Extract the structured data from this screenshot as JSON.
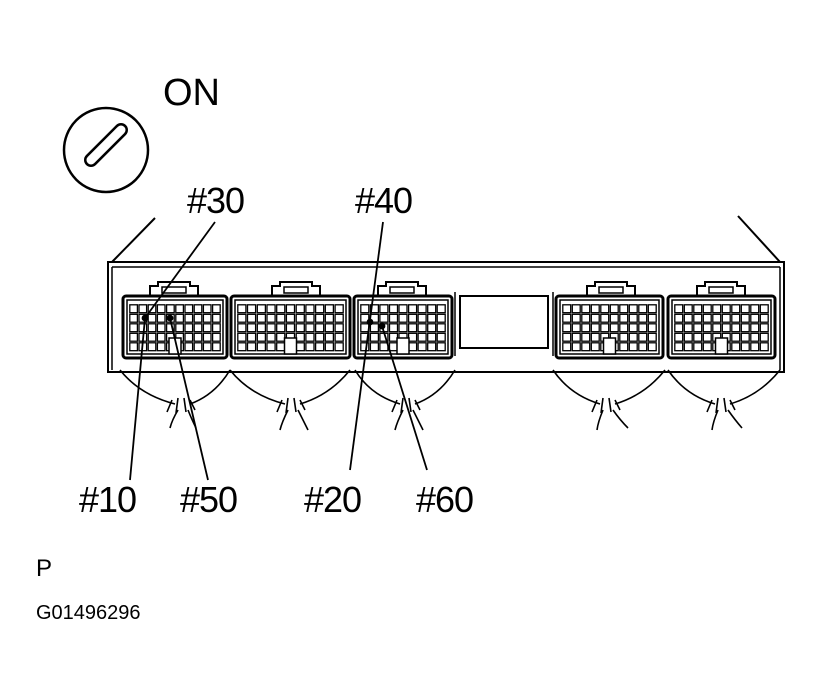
{
  "ignition": {
    "state_label": "ON",
    "icon": "ignition-key-icon"
  },
  "callouts": [
    {
      "id": "p30",
      "label": "#30"
    },
    {
      "id": "p40",
      "label": "#40"
    },
    {
      "id": "p10",
      "label": "#10"
    },
    {
      "id": "p50",
      "label": "#50"
    },
    {
      "id": "p20",
      "label": "#20"
    },
    {
      "id": "p60",
      "label": "#60"
    }
  ],
  "footer": {
    "letter": "P",
    "figure_code": "G01496296"
  }
}
